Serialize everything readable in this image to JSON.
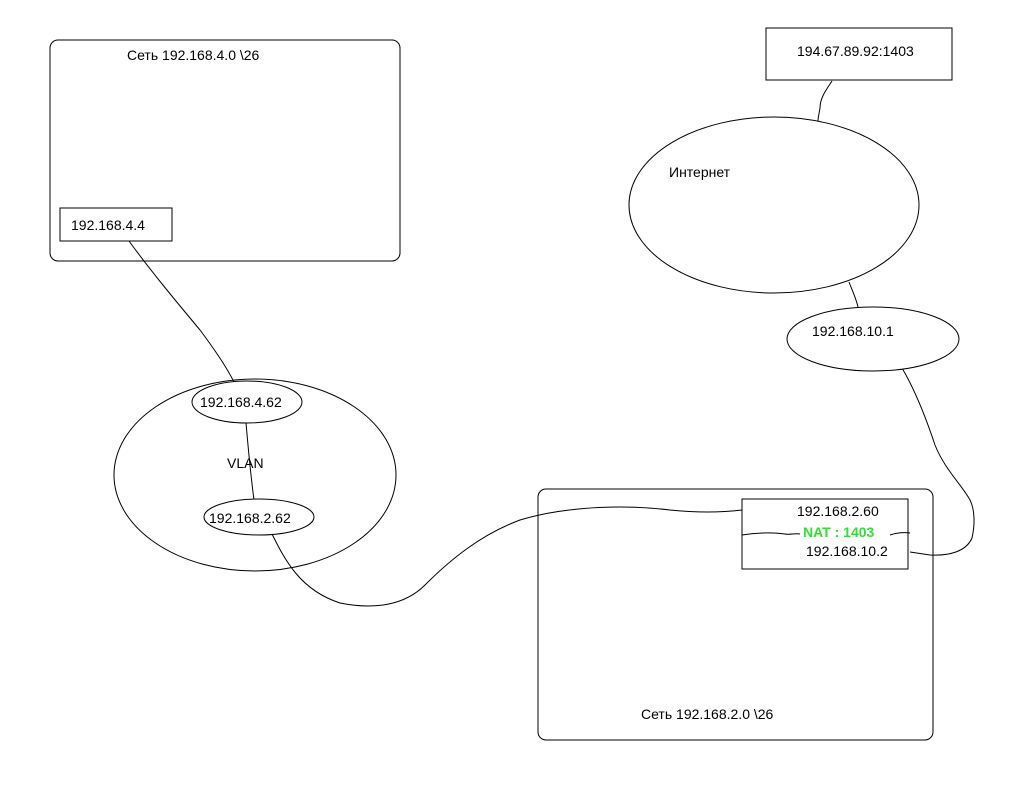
{
  "colors": {
    "line": "#000000",
    "background": "#ffffff",
    "nat": "#33dd33"
  },
  "network_4": {
    "title": "Сеть 192.168.4.0 \\26",
    "host": "192.168.4.4"
  },
  "vlan": {
    "label": "VLAN",
    "if_4": "192.168.4.62",
    "if_2": "192.168.2.62"
  },
  "internet": {
    "label": "Интернет",
    "server": "194.67.89.92:1403",
    "gateway": "192.168.10.1"
  },
  "network_2": {
    "title": "Сеть 192.168.2.0 \\26",
    "router_lan": "192.168.2.60",
    "router_nat": "NAT : 1403",
    "router_wan": "192.168.10.2"
  }
}
